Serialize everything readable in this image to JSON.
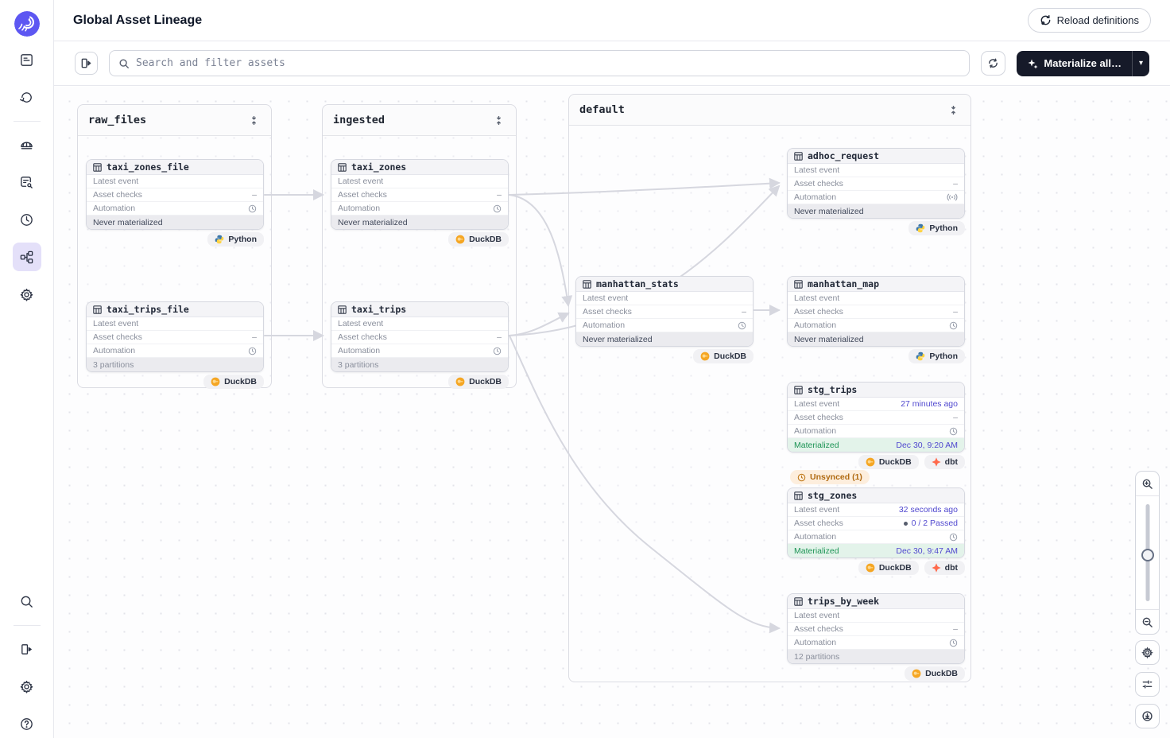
{
  "header": {
    "title": "Global Asset Lineage",
    "reload_label": "Reload definitions"
  },
  "toolbar": {
    "search_placeholder": "Search and filter assets",
    "materialize_label": "Materialize all…",
    "caret": "▾"
  },
  "groups": {
    "raw_files": "raw_files",
    "ingested": "ingested",
    "default": "default"
  },
  "row_labels": {
    "latest_event": "Latest event",
    "asset_checks": "Asset checks",
    "automation": "Automation"
  },
  "badge_labels": {
    "python": "Python",
    "duckdb": "DuckDB",
    "dbt": "dbt"
  },
  "colors": {
    "accent": "#5048cf",
    "materialized_green": "#1d9455",
    "materialized_bg": "#e3f3ea",
    "unsynced_bg": "#fdeedd",
    "unsynced_text": "#b06a12",
    "dark_button": "#161a29",
    "edge": "#d6d7df"
  },
  "assets": {
    "taxi_zones_file": {
      "name": "taxi_zones_file",
      "latest_event": "",
      "asset_checks": "–",
      "footer": "Never materialized"
    },
    "taxi_trips_file": {
      "name": "taxi_trips_file",
      "latest_event": "",
      "asset_checks": "–",
      "footer": "3 partitions"
    },
    "taxi_zones": {
      "name": "taxi_zones",
      "latest_event": "",
      "asset_checks": "–",
      "footer": "Never materialized"
    },
    "taxi_trips": {
      "name": "taxi_trips",
      "latest_event": "",
      "asset_checks": "–",
      "footer": "3 partitions"
    },
    "manhattan_stats": {
      "name": "manhattan_stats",
      "latest_event": "",
      "asset_checks": "–",
      "footer": "Never materialized"
    },
    "adhoc_request": {
      "name": "adhoc_request",
      "latest_event": "",
      "asset_checks": "–",
      "footer": "Never materialized"
    },
    "manhattan_map": {
      "name": "manhattan_map",
      "latest_event": "",
      "asset_checks": "–",
      "footer": "Never materialized"
    },
    "stg_trips": {
      "name": "stg_trips",
      "latest_event": "27 minutes ago",
      "asset_checks": "–",
      "footer_label": "Materialized",
      "footer_value": "Dec 30, 9:20 AM",
      "unsynced": "Unsynced (1)"
    },
    "stg_zones": {
      "name": "stg_zones",
      "latest_event": "32 seconds ago",
      "asset_checks": "0 / 2 Passed",
      "footer_label": "Materialized",
      "footer_value": "Dec 30, 9:47 AM"
    },
    "trips_by_week": {
      "name": "trips_by_week",
      "latest_event": "",
      "asset_checks": "–",
      "footer": "12 partitions"
    }
  }
}
